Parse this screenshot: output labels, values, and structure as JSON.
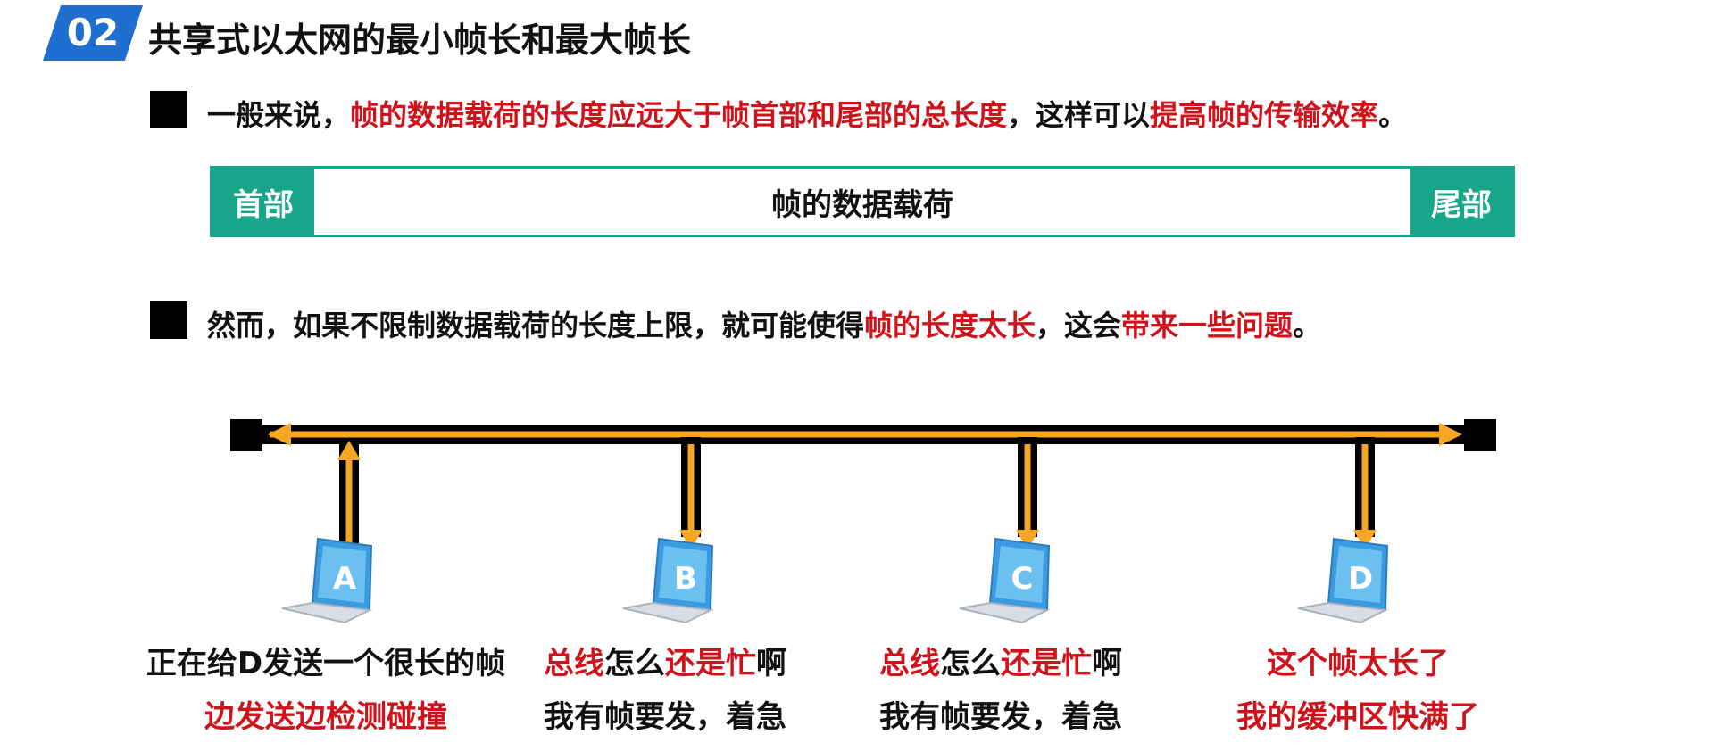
{
  "header": {
    "badge": "02",
    "title": "共享式以太网的最小帧长和最大帧长"
  },
  "point1": {
    "seg1": "一般来说，",
    "seg2": "帧的数据载荷的长度应远大于帧首部和尾部的总长度",
    "seg3": "，这样可以",
    "seg4": "提高帧的传输效率",
    "seg5": "。"
  },
  "frame": {
    "header": "首部",
    "payload": "帧的数据载荷",
    "trailer": "尾部"
  },
  "point2": {
    "seg1": "然而，如果不限制数据载荷的长度上限，就可能使得",
    "seg2": "帧的长度太长",
    "seg3": "，这会",
    "seg4": "带来一些问题",
    "seg5": "。"
  },
  "hosts": [
    {
      "label": "A",
      "line1_a": "正在给D发送一个很长的帧",
      "line1_b": "",
      "line1_c": "",
      "line1_d": "",
      "line2": "边发送边检测碰撞"
    },
    {
      "label": "B",
      "line1_a": "总线",
      "line1_b": "怎么",
      "line1_c": "还是忙",
      "line1_d": "啊",
      "line2": "我有帧要发，着急"
    },
    {
      "label": "C",
      "line1_a": "总线",
      "line1_b": "怎么",
      "line1_c": "还是忙",
      "line1_d": "啊",
      "line2": "我有帧要发，着急"
    },
    {
      "label": "D",
      "line1_a": "这个帧太长了",
      "line1_b": "",
      "line1_c": "",
      "line1_d": "",
      "line2": "我的缓冲区快满了"
    }
  ],
  "colors": {
    "badge": "#1f6fd1",
    "frame_green": "#17a689",
    "signal_orange": "#f5a623",
    "highlight_red": "#d0121b",
    "laptop_blue": "#3b9be0"
  },
  "icons": {
    "bullet": "black-square",
    "host": "laptop-icon",
    "bus_terminator": "terminator-block"
  }
}
